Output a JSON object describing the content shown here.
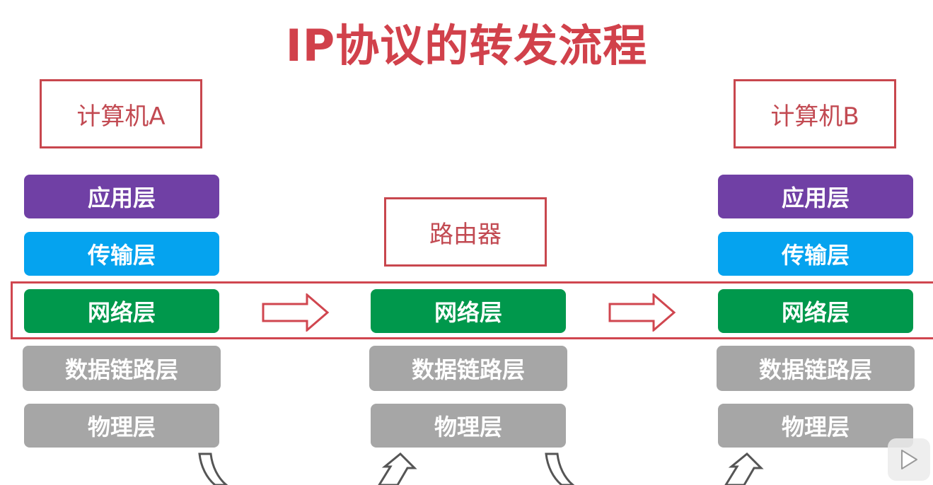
{
  "title": "IP协议的转发流程",
  "computer_a": {
    "label": "计算机A",
    "layers": {
      "application": "应用层",
      "transport": "传输层",
      "network": "网络层",
      "data_link": "数据链路层",
      "physical": "物理层"
    }
  },
  "router": {
    "label": "路由器",
    "layers": {
      "network": "网络层",
      "data_link": "数据链路层",
      "physical": "物理层"
    }
  },
  "computer_b": {
    "label": "计算机B",
    "layers": {
      "application": "应用层",
      "transport": "传输层",
      "network": "网络层",
      "data_link": "数据链路层",
      "physical": "物理层"
    }
  },
  "colors": {
    "title": "#d1414b",
    "box_border": "#c8474e",
    "application_layer": "#7040a5",
    "transport_layer": "#05a3ef",
    "network_layer": "#00984c",
    "link_physical_layer": "#a6a6a6"
  },
  "icons": {
    "forward_arrow": "right-arrow-outline",
    "bottom_arrows": "curved-arrow-outline",
    "video_control": "play-icon"
  }
}
